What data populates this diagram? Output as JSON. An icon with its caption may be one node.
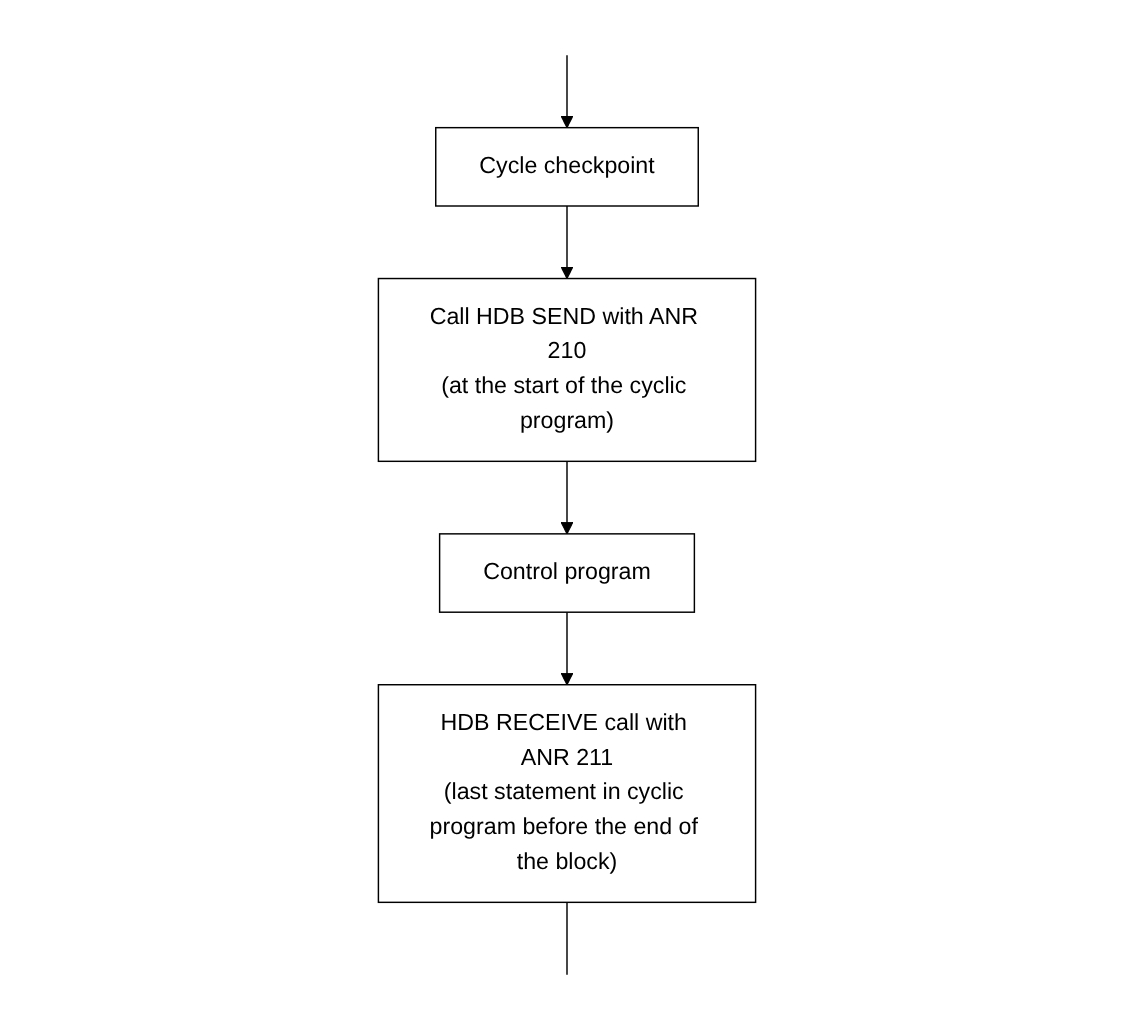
{
  "diagram": {
    "nodes": [
      {
        "text": [
          "Cycle checkpoint"
        ]
      },
      {
        "text": [
          "Call HDB SEND with ANR 210",
          "(at the start of the cyclic program)"
        ]
      },
      {
        "text": [
          "Control program"
        ]
      },
      {
        "text": [
          "HDB RECEIVE call with ANR 211",
          "(last statement in cyclic program before the end of the block)"
        ]
      }
    ],
    "edges": [
      {
        "from": 0,
        "to": 1,
        "arrow": "to"
      },
      {
        "from": 1,
        "to": 2,
        "arrow": "to"
      },
      {
        "from": 2,
        "to": 3,
        "arrow": "to"
      },
      {
        "from": 3,
        "to": null,
        "arrow": "none"
      },
      {
        "from": null,
        "to": 0,
        "arrow": "to"
      }
    ]
  }
}
